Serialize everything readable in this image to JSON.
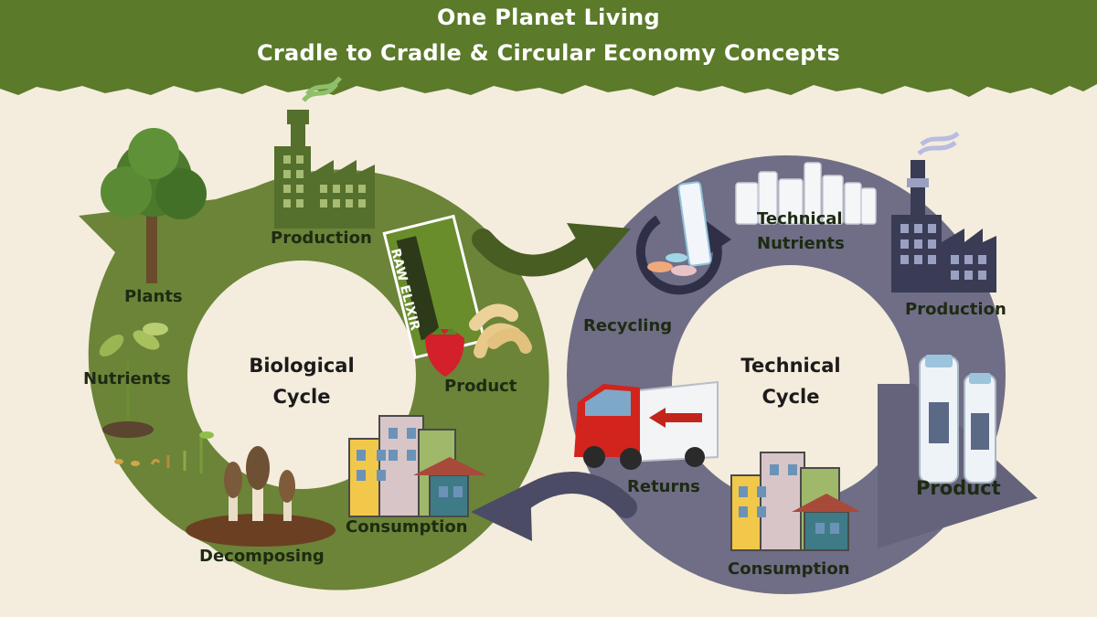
{
  "header": {
    "title_line1": "One Planet Living",
    "title_line2": "Cradle to Cradle & Circular Economy Concepts"
  },
  "biological_cycle": {
    "center_line1": "Biological",
    "center_line2": "Cycle",
    "labels": {
      "production": "Production",
      "plants": "Plants",
      "nutrients": "Nutrients",
      "decomposing": "Decomposing",
      "consumption": "Consumption",
      "product": "Product"
    },
    "package_text": "RAW ELIXIR"
  },
  "technical_cycle": {
    "center_line1": "Technical",
    "center_line2": "Cycle",
    "labels": {
      "recycling": "Recycling",
      "technical_nutrients_line1": "Technical",
      "technical_nutrients_line2": "Nutrients",
      "production": "Production",
      "product": "Product",
      "returns": "Returns",
      "consumption": "Consumption"
    }
  },
  "colors": {
    "header_green": "#5b7a2a",
    "background": "#f4ecdc",
    "bio_ring": "#6b8438",
    "tech_ring": "#6f6e86",
    "factory_green": "#556f2c",
    "factory_navy": "#3a3c55",
    "truck_red": "#d2231c"
  }
}
